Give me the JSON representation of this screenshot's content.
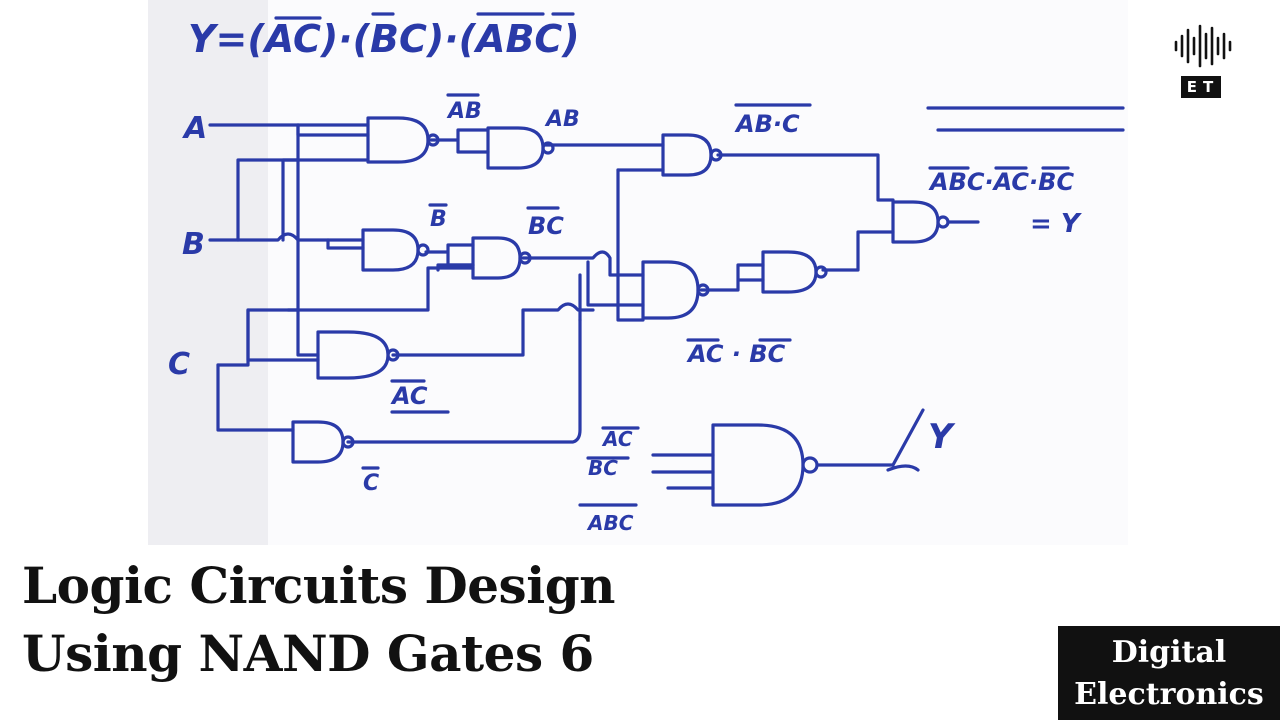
{
  "whiteboard": {
    "expression": "Y=(AC)·(BC)·(ABC)",
    "inputs": {
      "a": "A",
      "b": "B",
      "c": "C"
    },
    "wire_labels": {
      "nand_ab": "AB",
      "ab": "AB",
      "nand_abc": "AB·C",
      "b_bar": "B",
      "nand_bc": "BC",
      "ac_bar": "AC",
      "c_bar": "C",
      "ac_bc": "AC · BC",
      "final_expr": "ABC·AC·BC",
      "equals_y": "= Y"
    },
    "equivalent_gate": {
      "inputs": [
        "AC",
        "BC",
        "ABC"
      ],
      "output": "Y"
    }
  },
  "title": {
    "line1": "Logic Circuits Design",
    "line2": "Using NAND Gates 6"
  },
  "badge": {
    "line1": "Digital",
    "line2": "Electronics"
  },
  "logo": {
    "icon": "sound-wave-icon",
    "text": "ET"
  }
}
